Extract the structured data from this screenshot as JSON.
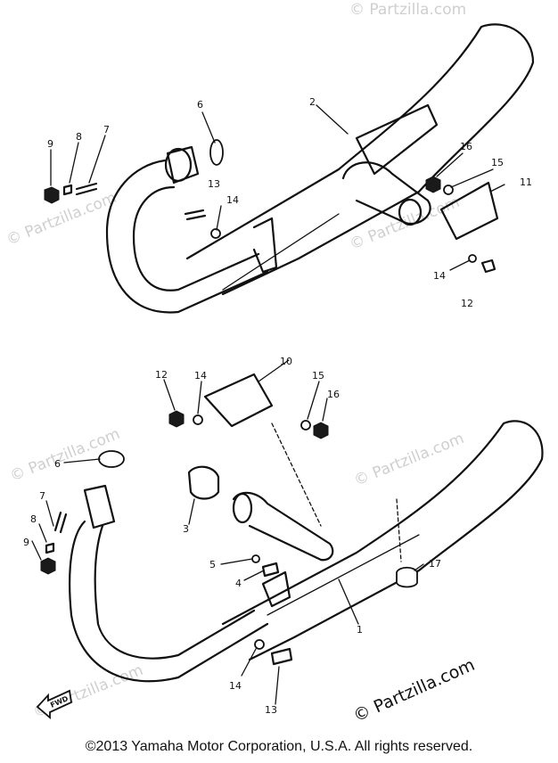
{
  "watermark": {
    "text": "© Partzilla.com",
    "bold_text": "© Partzilla.com"
  },
  "callouts": {
    "upper": {
      "c2": "2",
      "c6": "6",
      "c7": "7",
      "c8": "8",
      "c9": "9",
      "c11": "11",
      "c12": "12",
      "c13": "13",
      "c14a": "14",
      "c14b": "14",
      "c15": "15",
      "c16": "16"
    },
    "lower": {
      "c1": "1",
      "c3": "3",
      "c4": "4",
      "c5": "5",
      "c6": "6",
      "c7": "7",
      "c8": "8",
      "c9": "9",
      "c10": "10",
      "c12": "12",
      "c13": "13",
      "c14a": "14",
      "c14b": "14",
      "c15": "15",
      "c16": "16",
      "c17": "17"
    }
  },
  "fwd_label": "FWD",
  "copyright": "©2013 Yamaha Motor Corporation, U.S.A. All rights reserved."
}
